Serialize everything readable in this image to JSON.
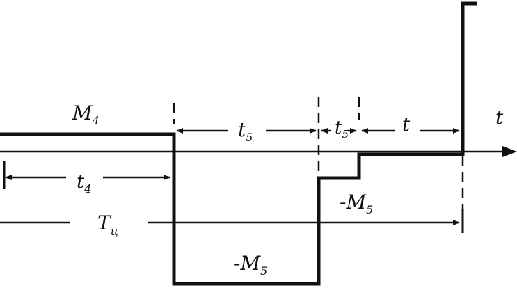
{
  "diagram": {
    "colors": {
      "ink": "#111111",
      "background": "#ffffff"
    },
    "labels": {
      "axis_t": "t",
      "m4": "M",
      "m4_sub": "4",
      "t4": "t",
      "t4_sub": "4",
      "t5": "t",
      "t5_sub": "5",
      "t5b": "t",
      "t5b_sub": "5",
      "t_blank": "t",
      "m5_upper": "-M",
      "m5_upper_sub": "5",
      "m5_lower": "-M",
      "m5_lower_sub": "5",
      "tc": "T",
      "tc_sub": "ц"
    }
  }
}
